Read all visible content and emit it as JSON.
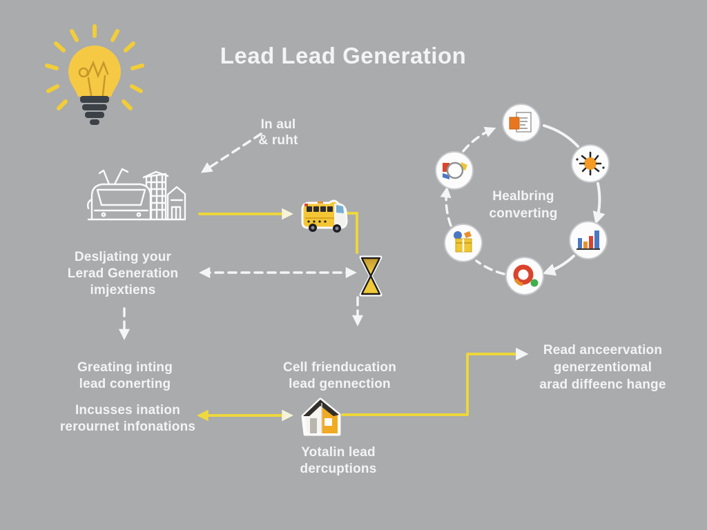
{
  "title": "Lead Lead Generation",
  "labels": {
    "input": [
      "In aul",
      "& ruht"
    ],
    "designing": [
      "Desljating your",
      "Lerad Generation",
      "imjextiens"
    ],
    "creating": [
      "Greating inting",
      "lead conerting"
    ],
    "increases": [
      "Incusses ination",
      "rerournet infonations"
    ],
    "cell": [
      "Cell frienducation",
      "lead gennection"
    ],
    "totalin": [
      "Yotalin lead",
      "dercuptions"
    ],
    "read": [
      "Read anceervation",
      "generzentiomal",
      "arad diffeenc hange"
    ],
    "cycle_center": [
      "Healbring",
      "converting"
    ]
  },
  "colors": {
    "background": "#a9abad",
    "text": "#f3f4f6",
    "arrow_yellow": "#edd73b",
    "arrow_white": "#f4f5f6",
    "bulb_yellow": "#f6c944",
    "bus_yellow": "#f4c636",
    "badge_fill": "#fcfcfc"
  },
  "icons": {
    "lightbulb": "lightbulb-icon",
    "city": "city-buildings-icon",
    "bus": "school-bus-icon",
    "hourglass": "hourglass-icon",
    "house": "house-icon",
    "cycle_badges": [
      "document-icon",
      "sun-icon",
      "bar-chart-icon",
      "target-icon",
      "gift-icon",
      "search-icon"
    ]
  }
}
